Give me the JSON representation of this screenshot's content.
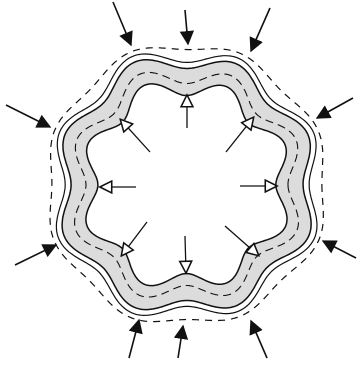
{
  "diagram": {
    "lobes": 8,
    "outer_arrows": 10,
    "inner_arrows": 8,
    "colors": {
      "ink": "#111111",
      "band": "#dcdcdc",
      "background": "#ffffff"
    }
  }
}
